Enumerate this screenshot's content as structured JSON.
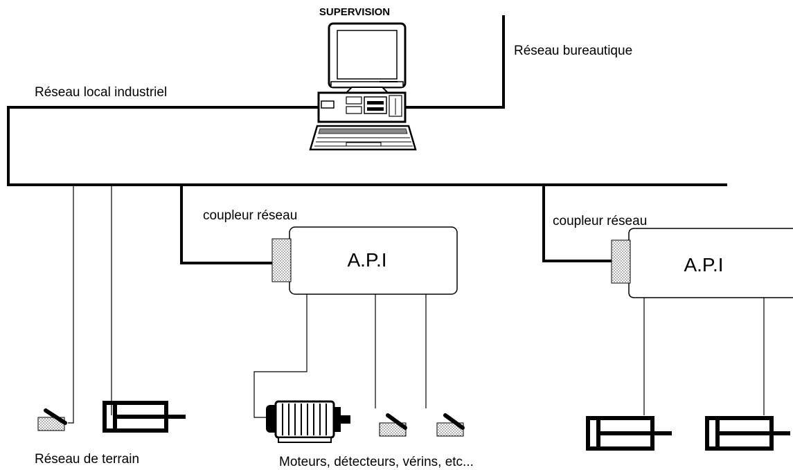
{
  "supervision_label": "SUPERVISION",
  "office_network_label": "Réseau bureautique",
  "industrial_lan_label": "Réseau local industriel",
  "coupler_label_left": "coupleur réseau",
  "coupler_label_right": "coupleur réseau",
  "plc_label_left": "A.P.I",
  "plc_label_right": "A.P.I",
  "field_network_label": "Réseau de terrain",
  "devices_label": "Moteurs, détecteurs, vérins, etc...",
  "colors": {
    "line": "#000000",
    "coupler_fill": "#d9d9d9",
    "background": "#ffffff"
  }
}
